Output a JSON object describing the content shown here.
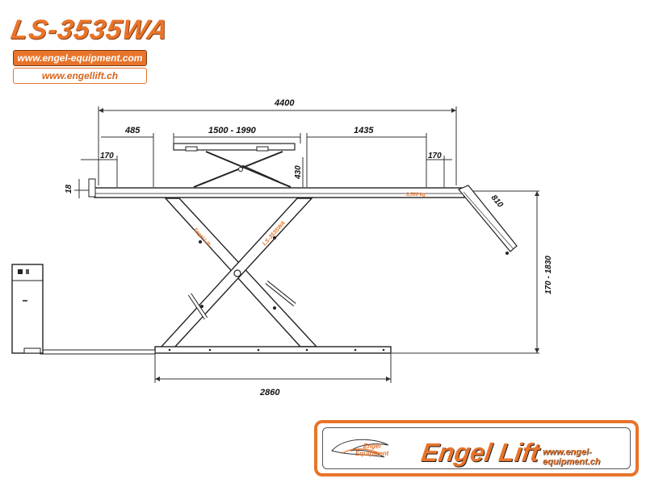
{
  "header": {
    "model": "LS-3535WA",
    "url_primary": "www.engel-equipment.com",
    "url_secondary": "www.engellift.ch"
  },
  "dimensions": {
    "total_length": "4400",
    "front_extension": "485",
    "platform_range": "1500 - 1990",
    "rear_section": "1435",
    "left_offset": "170",
    "right_offset": "170",
    "platform_thickness": "18",
    "lift_height": "430",
    "ramp_length": "810",
    "height_range": "170 - 1830",
    "base_length": "2860"
  },
  "platform": {
    "capacity_label": "3,500 kg",
    "arm_label": "LS-3535WA",
    "arm_logo": "Engel Lift"
  },
  "footer": {
    "logo_line1": "Engel",
    "logo_line2": "Equipment",
    "brand": "Engel Lift",
    "url": "www.engel-equipment.ch"
  },
  "colors": {
    "accent": "#e8742a",
    "line": "#333333"
  }
}
